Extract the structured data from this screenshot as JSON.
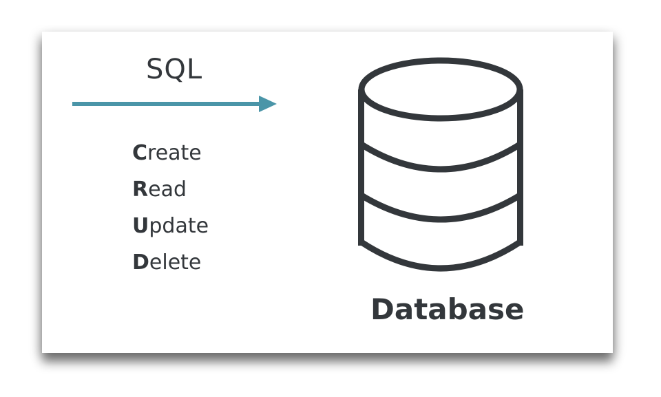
{
  "title": "SQL",
  "operations": [
    {
      "initial": "C",
      "rest": "reate"
    },
    {
      "initial": "R",
      "rest": "ead"
    },
    {
      "initial": "U",
      "rest": "pdate"
    },
    {
      "initial": "D",
      "rest": "elete"
    }
  ],
  "database_label": "Database",
  "colors": {
    "arrow": "#4a95a8",
    "ink": "#33373b"
  }
}
